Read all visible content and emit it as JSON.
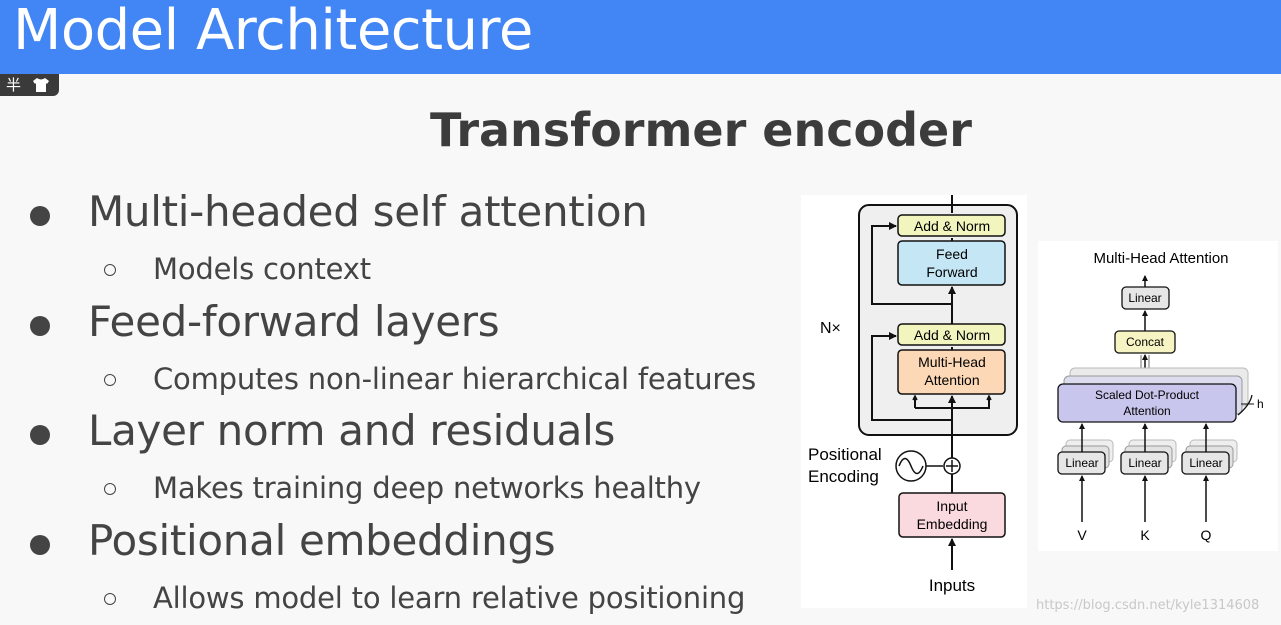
{
  "header": {
    "title": "Model Architecture"
  },
  "badge": {
    "text": "半"
  },
  "subtitle": "Transformer encoder",
  "bullets": [
    {
      "text": "Multi-headed self attention",
      "sub": "Models context"
    },
    {
      "text": "Feed-forward layers",
      "sub": "Computes non-linear hierarchical features"
    },
    {
      "text": "Layer norm and residuals",
      "sub": "Makes training deep networks healthy"
    },
    {
      "text": "Positional embeddings",
      "sub": "Allows model to learn relative positioning"
    }
  ],
  "encoder": {
    "add_norm": "Add & Norm",
    "ff_line1": "Feed",
    "ff_line2": "Forward",
    "mha_line1": "Multi-Head",
    "mha_line2": "Attention",
    "nx": "N×",
    "pos_line1": "Positional",
    "pos_line2": "Encoding",
    "emb_line1": "Input",
    "emb_line2": "Embedding",
    "inputs": "Inputs"
  },
  "mha": {
    "title": "Multi-Head Attention",
    "linear": "Linear",
    "concat": "Concat",
    "sdpa_line1": "Scaled Dot-Product",
    "sdpa_line2": "Attention",
    "h": "h",
    "inputs": [
      "V",
      "K",
      "Q"
    ]
  },
  "colors": {
    "header_bg": "#4285f4",
    "add_norm": "#f3f5bf",
    "feed_forward": "#c5e6f4",
    "attention": "#fcd8b6",
    "embedding": "#fadadf",
    "linear": "#e6e6e6",
    "concat": "#f6f4c2",
    "sdpa": "#c8c6ec"
  },
  "watermark": "https://blog.csdn.net/kyle1314608"
}
